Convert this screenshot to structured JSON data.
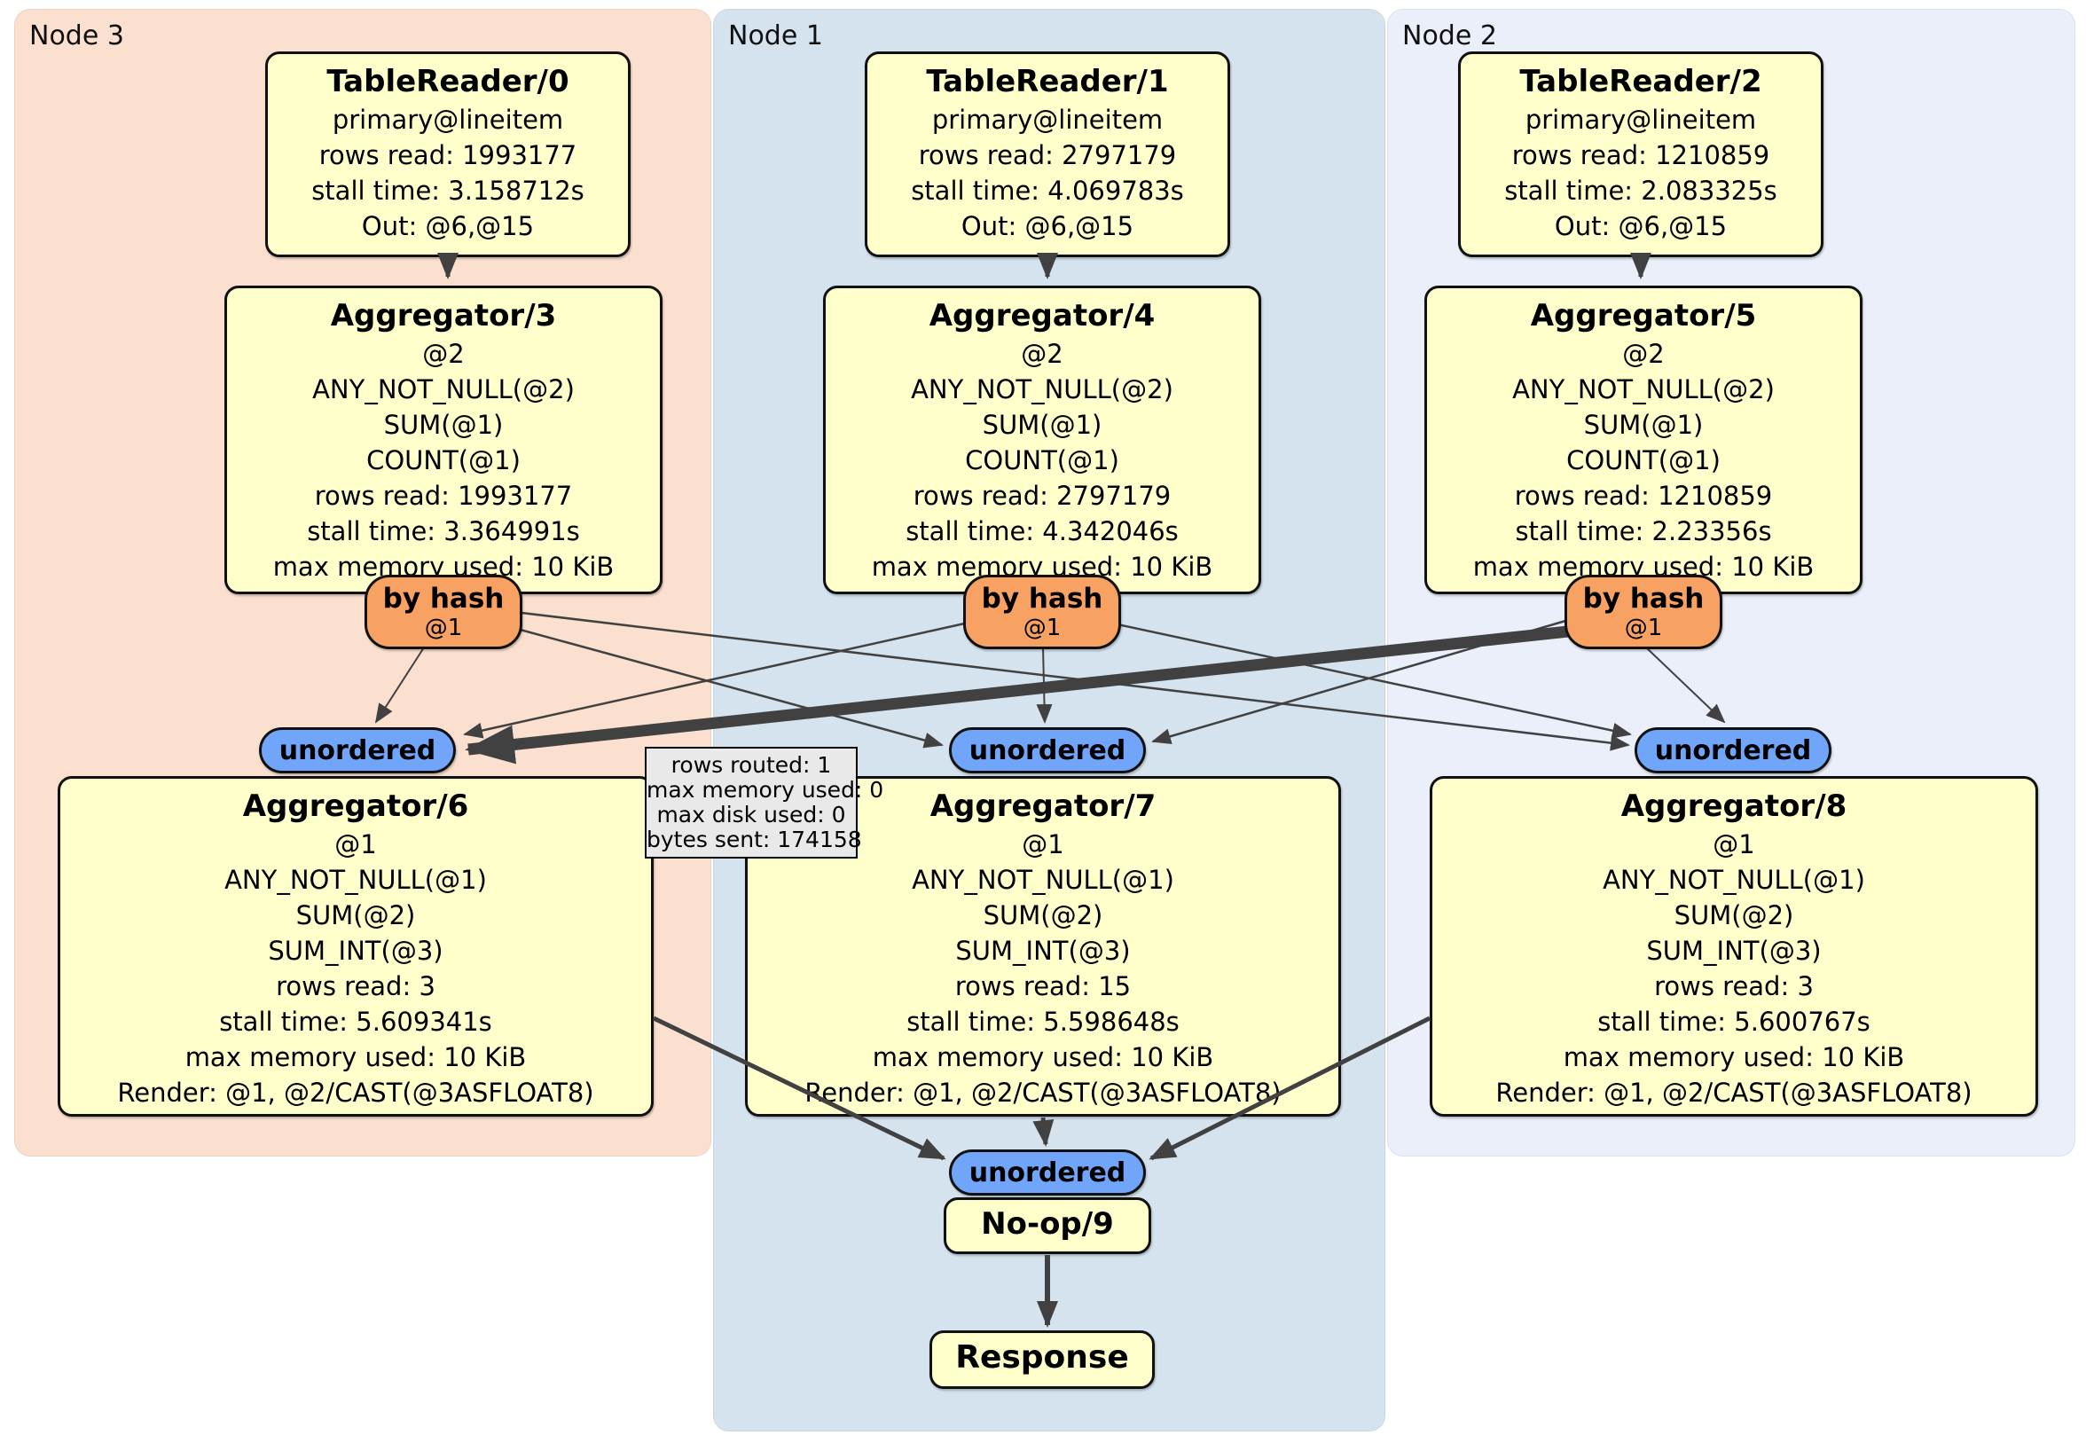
{
  "node_groups": [
    {
      "label": "Node 3",
      "table_reader": {
        "title": "TableReader/0",
        "lines": [
          "primary@lineitem",
          "rows read: 1993177",
          "stall time: 3.158712s",
          "Out: @6,@15"
        ]
      },
      "group_aggregator": {
        "title": "Aggregator/3",
        "lines": [
          "@2",
          "ANY_NOT_NULL(@2)",
          "SUM(@1)",
          "COUNT(@1)",
          "rows read: 1993177",
          "stall time: 3.364991s",
          "max memory used: 10 KiB"
        ]
      },
      "router": {
        "title": "by hash",
        "subtitle": "@1"
      },
      "sync": {
        "label": "unordered"
      },
      "final_aggregator": {
        "title": "Aggregator/6",
        "lines": [
          "@1",
          "ANY_NOT_NULL(@1)",
          "SUM(@2)",
          "SUM_INT(@3)",
          "rows read: 3",
          "stall time: 5.609341s",
          "max memory used: 10 KiB",
          "Render: @1, @2/CAST(@3ASFLOAT8)"
        ]
      }
    },
    {
      "label": "Node 1",
      "table_reader": {
        "title": "TableReader/1",
        "lines": [
          "primary@lineitem",
          "rows read: 2797179",
          "stall time: 4.069783s",
          "Out: @6,@15"
        ]
      },
      "group_aggregator": {
        "title": "Aggregator/4",
        "lines": [
          "@2",
          "ANY_NOT_NULL(@2)",
          "SUM(@1)",
          "COUNT(@1)",
          "rows read: 2797179",
          "stall time: 4.342046s",
          "max memory used: 10 KiB"
        ]
      },
      "router": {
        "title": "by hash",
        "subtitle": "@1"
      },
      "sync": {
        "label": "unordered"
      },
      "final_aggregator": {
        "title": "Aggregator/7",
        "lines": [
          "@1",
          "ANY_NOT_NULL(@1)",
          "SUM(@2)",
          "SUM_INT(@3)",
          "rows read: 15",
          "stall time: 5.598648s",
          "max memory used: 10 KiB",
          "Render: @1, @2/CAST(@3ASFLOAT8)"
        ]
      }
    },
    {
      "label": "Node 2",
      "table_reader": {
        "title": "TableReader/2",
        "lines": [
          "primary@lineitem",
          "rows read: 1210859",
          "stall time: 2.083325s",
          "Out: @6,@15"
        ]
      },
      "group_aggregator": {
        "title": "Aggregator/5",
        "lines": [
          "@2",
          "ANY_NOT_NULL(@2)",
          "SUM(@1)",
          "COUNT(@1)",
          "rows read: 1210859",
          "stall time: 2.23356s",
          "max memory used: 10 KiB"
        ]
      },
      "router": {
        "title": "by hash",
        "subtitle": "@1"
      },
      "sync": {
        "label": "unordered"
      },
      "final_aggregator": {
        "title": "Aggregator/8",
        "lines": [
          "@1",
          "ANY_NOT_NULL(@1)",
          "SUM(@2)",
          "SUM_INT(@3)",
          "rows read: 3",
          "stall time: 5.600767s",
          "max memory used: 10 KiB",
          "Render: @1, @2/CAST(@3ASFLOAT8)"
        ]
      }
    }
  ],
  "final_stage": {
    "sync": {
      "label": "unordered"
    },
    "noop": {
      "title": "No-op/9"
    },
    "response": {
      "title": "Response"
    }
  },
  "edge_tooltip": {
    "lines": [
      "rows routed: 1",
      "max memory used: 0",
      "max disk used: 0",
      "bytes sent: 174158"
    ]
  },
  "colors": {
    "node3_bg": "#fbe0cf",
    "node1_bg": "#d5e3ef",
    "node2_bg": "#eaeffa",
    "processor_bg": "#ffffcc",
    "router_bg": "#f7a263",
    "sync_bg": "#70a5fa",
    "edge": "#414141",
    "tooltip_bg": "#e9e9e9"
  }
}
